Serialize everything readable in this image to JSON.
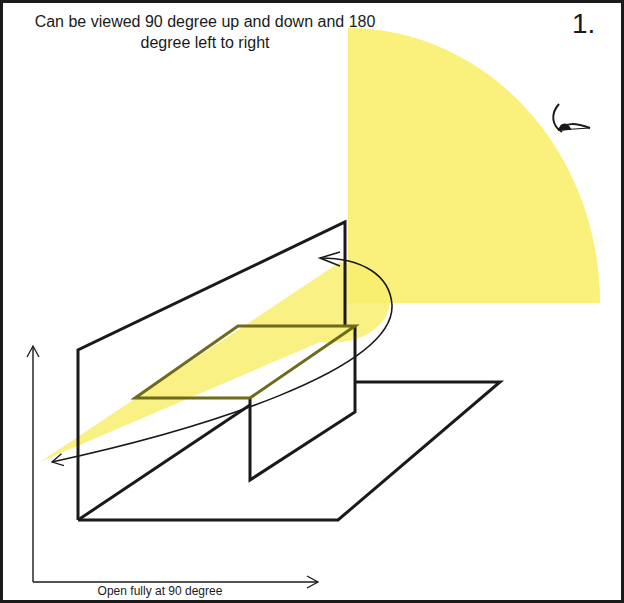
{
  "diagram": {
    "labels": [
      "1.",
      "Can be viewed 90 degree up and down and 180 degree left to right",
      "Open fully at 90 degree"
    ]
  }
}
